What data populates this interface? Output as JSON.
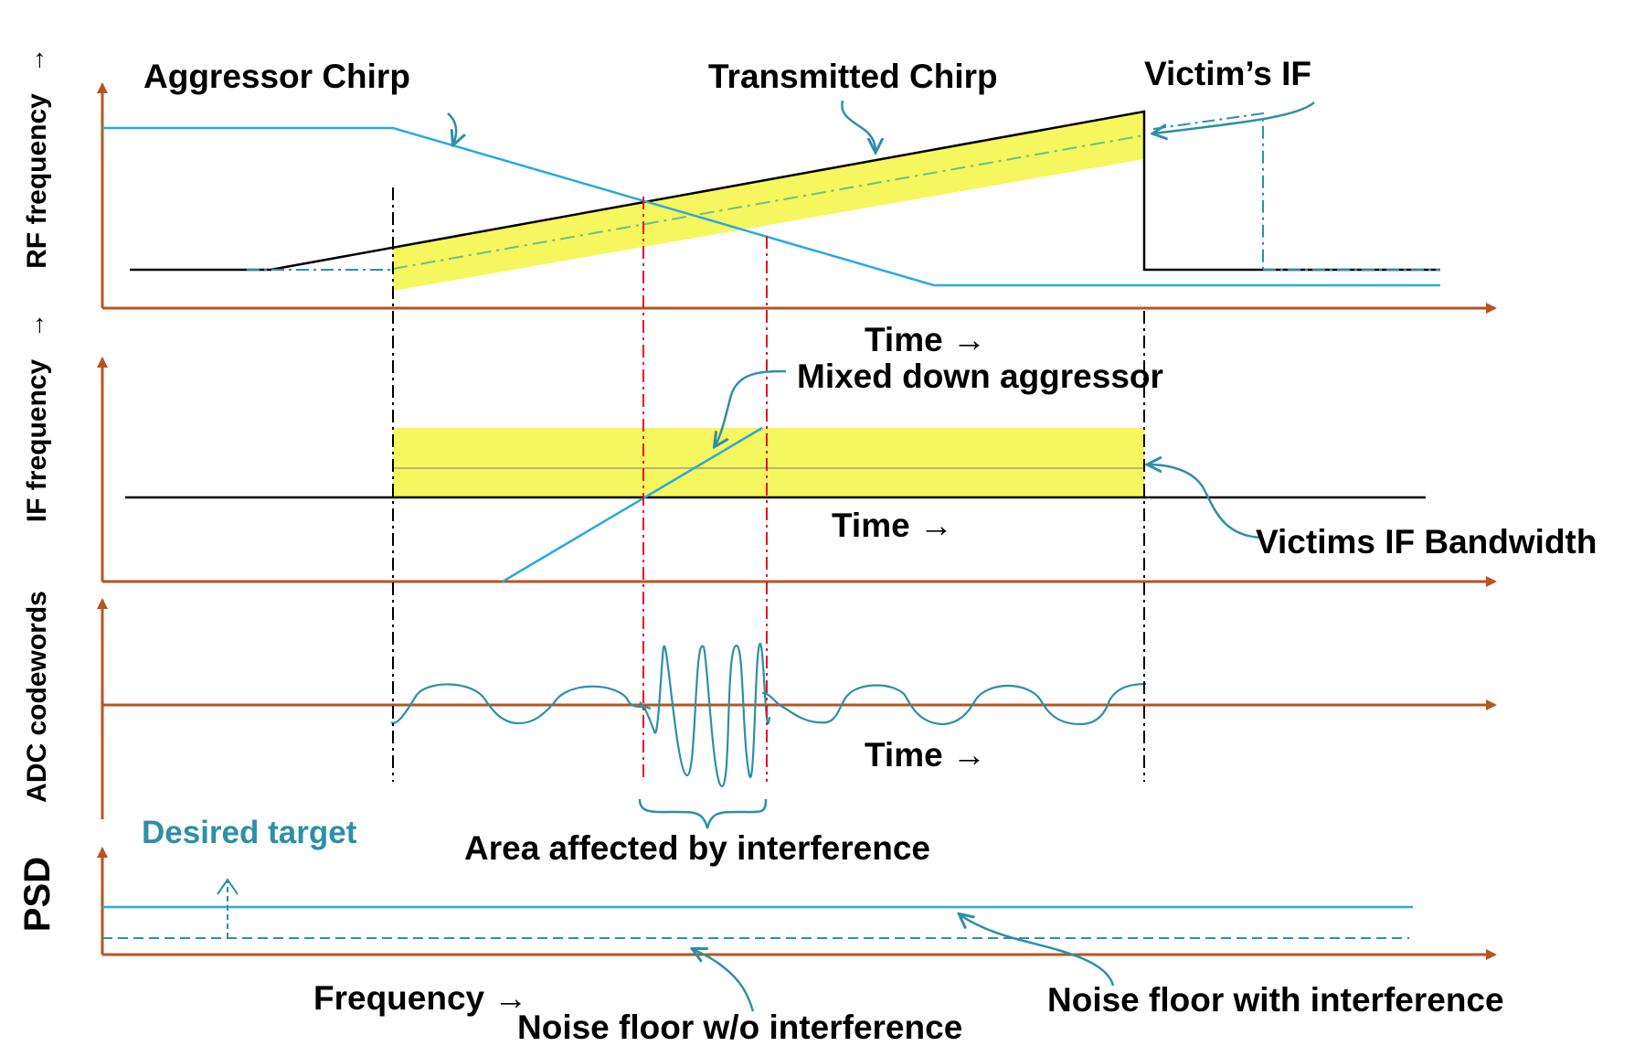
{
  "colors": {
    "axis": "#b5561f",
    "aggressor": "#29a9df",
    "callout": "#2d8fa8",
    "band": "#f5f542",
    "dashed_red": "#e8102a",
    "black": "#000000"
  },
  "panels": {
    "rf": {
      "ylabel": "RF frequency",
      "ylabel_arrow": "→",
      "xlabel": "Time →"
    },
    "if": {
      "ylabel": "IF frequency",
      "ylabel_arrow": "→",
      "xlabel": "Time →"
    },
    "adc": {
      "ylabel": "ADC codewords",
      "xlabel": "Time →"
    },
    "psd": {
      "ylabel": "PSD",
      "xlabel": "Frequency →"
    }
  },
  "annotations": {
    "aggressor_chirp": "Aggressor Chirp",
    "transmitted_chirp": "Transmitted Chirp",
    "victims_if": "Victim’s IF",
    "mixed_down_aggressor": "Mixed down aggressor",
    "victims_if_bandwidth": "Victims IF Bandwidth",
    "area_affected": "Area affected by interference",
    "desired_target": "Desired target",
    "noise_floor_without": "Noise floor w/o interference",
    "noise_floor_with": "Noise floor with interference"
  }
}
